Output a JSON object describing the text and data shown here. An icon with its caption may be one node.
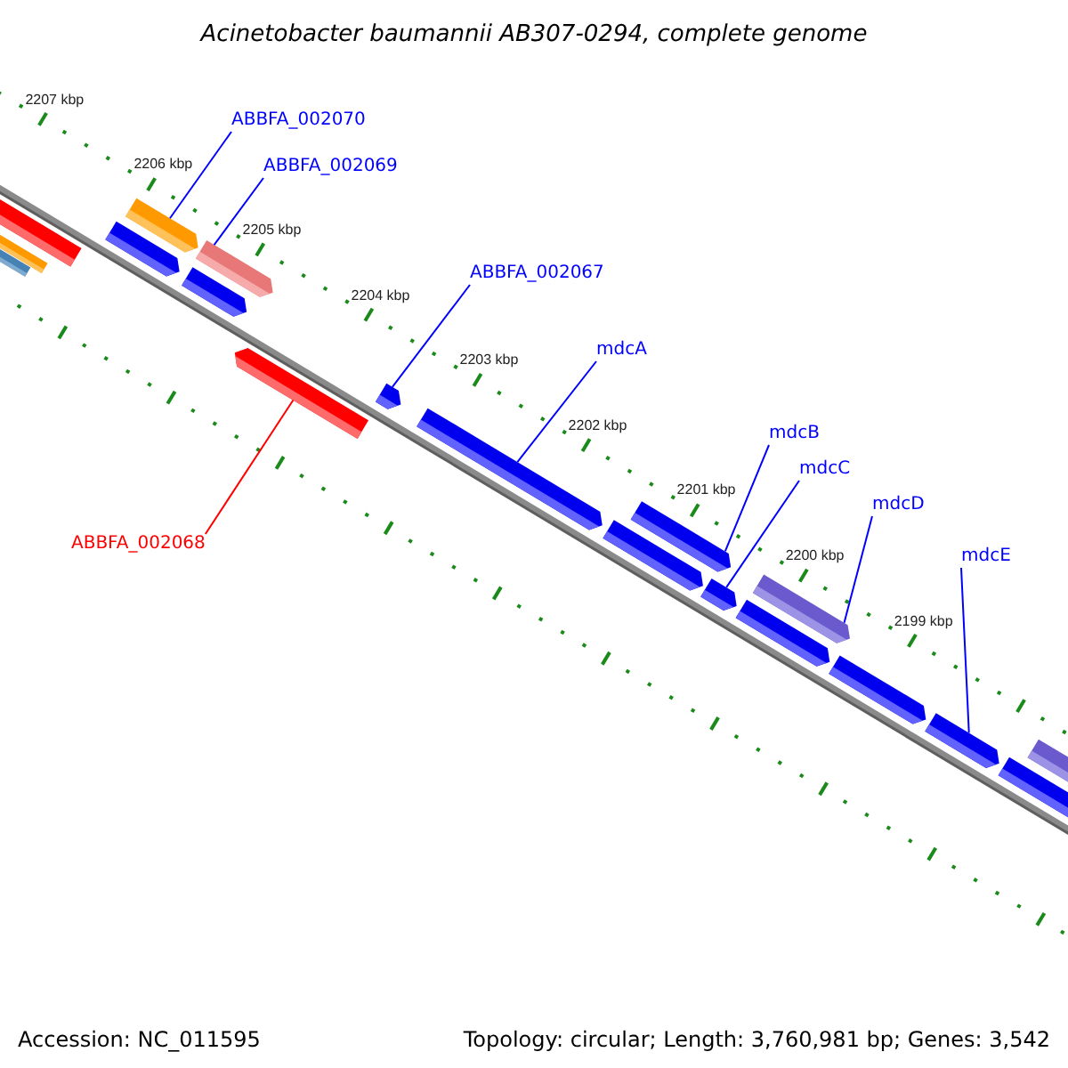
{
  "diagram": {
    "title": "Acinetobacter baumannii AB307-0294, complete genome",
    "nodes": [
      {
        "text": [
          "ABBFA_002070"
        ]
      },
      {
        "text": [
          "ABBFA_002069"
        ]
      },
      {
        "text": [
          "ABBFA_002067"
        ]
      },
      {
        "text": [
          "mdcA"
        ]
      },
      {
        "text": [
          "mdcB"
        ]
      },
      {
        "text": [
          "mdcC"
        ]
      },
      {
        "text": [
          "mdcD"
        ]
      },
      {
        "text": [
          "mdcE"
        ]
      },
      {
        "text": [
          "ABBFA_002068"
        ]
      },
      {
        "text": [],
        "shape": "bar"
      },
      {
        "text": [],
        "shape": "bar"
      },
      {
        "text": [],
        "shape": "bar"
      },
      {
        "text": [],
        "shape": "bar"
      },
      {
        "text": [],
        "shape": "bar"
      },
      {
        "text": [],
        "shape": "bar"
      },
      {
        "text": [],
        "shape": "bar"
      },
      {
        "text": [],
        "shape": "bar"
      },
      {
        "text": [],
        "shape": "bar"
      },
      {
        "text": [],
        "shape": "bar"
      },
      {
        "text": [],
        "shape": "bar"
      },
      {
        "text": [],
        "shape": "bar"
      },
      {
        "text": [],
        "shape": "bar"
      },
      {
        "text": [],
        "shape": "bar"
      },
      {
        "text": [],
        "shape": "bar"
      },
      {
        "text": [],
        "shape": "bar"
      },
      {
        "text": [],
        "shape": "bar"
      },
      {
        "text": [],
        "shape": "bar"
      },
      {
        "text": [],
        "shape": "bar"
      }
    ],
    "edges": [
      {
        "from": 0,
        "to": 13,
        "arrow": "none"
      },
      {
        "from": 1,
        "to": 15,
        "arrow": "none"
      },
      {
        "from": 2,
        "to": 17,
        "arrow": "none"
      },
      {
        "from": 3,
        "to": 18,
        "arrow": "none"
      },
      {
        "from": 4,
        "to": 20,
        "arrow": "none"
      },
      {
        "from": 5,
        "to": 21,
        "arrow": "none"
      },
      {
        "from": 6,
        "to": 23,
        "arrow": "none"
      },
      {
        "from": 7,
        "to": 25,
        "arrow": "none"
      },
      {
        "from": 8,
        "to": 16,
        "arrow": "none",
        "color": "#ff0000"
      }
    ],
    "labels": [
      "2207 kbp",
      "2206 kbp",
      "2205 kbp",
      "2204 kbp",
      "2203 kbp",
      "2202 kbp",
      "2201 kbp",
      "2200 kbp",
      "2199 kbp",
      "Accession: NC_011595",
      "Topology: circular; Length: 3,760,981 bp; Genes: 3,542"
    ]
  }
}
